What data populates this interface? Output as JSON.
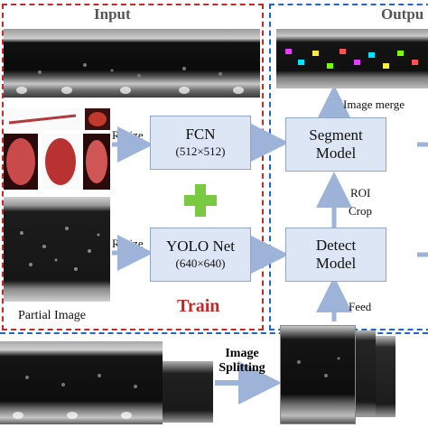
{
  "sections": {
    "input": "Input",
    "output": "Outpu"
  },
  "boxes": {
    "fcn": {
      "title": "FCN",
      "size": "(512×512)"
    },
    "yolo": {
      "title": "YOLO Net",
      "size": "(640×640)"
    },
    "segment": {
      "line1": "Segment",
      "line2": "Model"
    },
    "detect": {
      "line1": "Detect",
      "line2": "Model"
    }
  },
  "labels": {
    "resize_top": "Resize",
    "resize_bottom": "Resize",
    "image_merge": "Image merge",
    "roi": "ROI",
    "crop": "Crop",
    "feed": "Feed",
    "train": "Train",
    "partial_image": "Partial Image",
    "image": "Image",
    "splitting": "Splitting"
  },
  "colors": {
    "train_red": "#c62828",
    "frame_blue": "#1e66c9",
    "box_fill": "#dce6f4",
    "plus_green": "#7ac943"
  }
}
